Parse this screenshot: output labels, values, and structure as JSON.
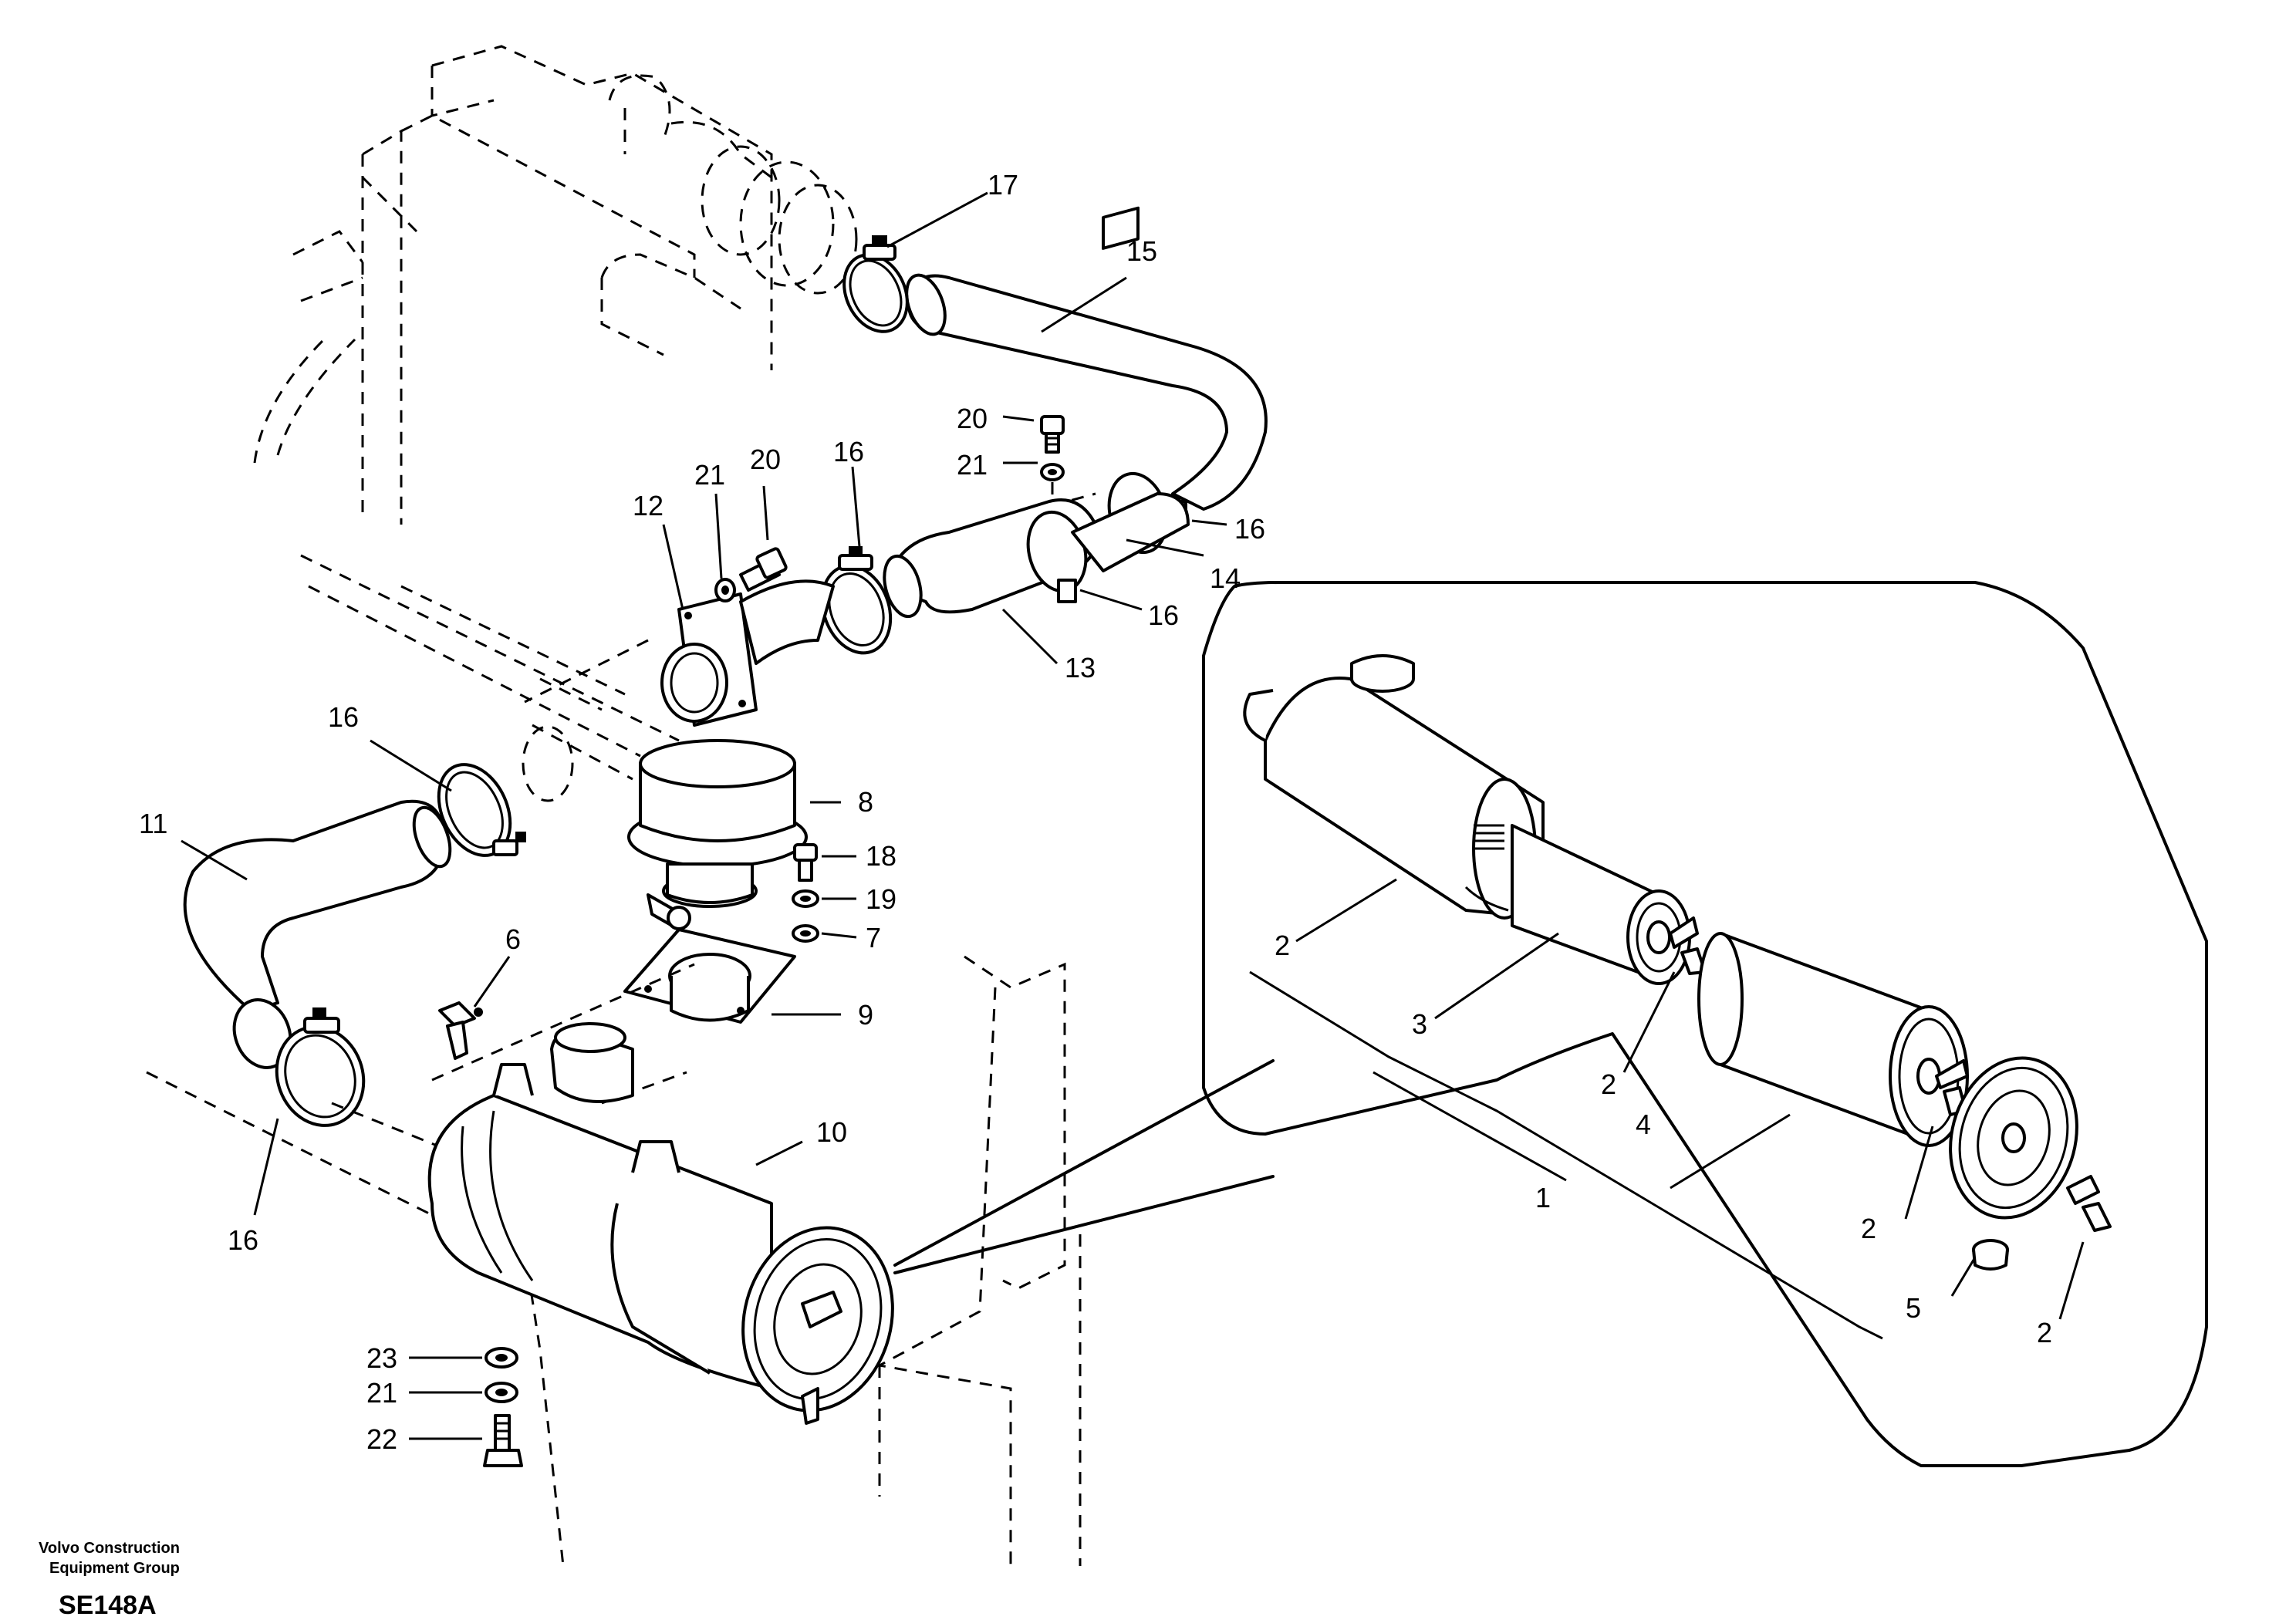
{
  "footer": {
    "company_line1": "Volvo Construction",
    "company_line2": "Equipment Group",
    "drawing_code": "SE148A"
  },
  "callouts": [
    {
      "id": "c17",
      "text": "17"
    },
    {
      "id": "c15",
      "text": "15"
    },
    {
      "id": "c20a",
      "text": "20"
    },
    {
      "id": "c21a",
      "text": "21"
    },
    {
      "id": "c16a",
      "text": "16"
    },
    {
      "id": "c14",
      "text": "14"
    },
    {
      "id": "c16b",
      "text": "16"
    },
    {
      "id": "c13",
      "text": "13"
    },
    {
      "id": "c16c",
      "text": "16"
    },
    {
      "id": "c21b",
      "text": "21"
    },
    {
      "id": "c20b",
      "text": "20"
    },
    {
      "id": "c12",
      "text": "12"
    },
    {
      "id": "c16d",
      "text": "16"
    },
    {
      "id": "c11",
      "text": "11"
    },
    {
      "id": "c8",
      "text": "8"
    },
    {
      "id": "c18",
      "text": "18"
    },
    {
      "id": "c19",
      "text": "19"
    },
    {
      "id": "c7",
      "text": "7"
    },
    {
      "id": "c6",
      "text": "6"
    },
    {
      "id": "c9",
      "text": "9"
    },
    {
      "id": "c10",
      "text": "10"
    },
    {
      "id": "c16e",
      "text": "16"
    },
    {
      "id": "c23",
      "text": "23"
    },
    {
      "id": "c21c",
      "text": "21"
    },
    {
      "id": "c22",
      "text": "22"
    },
    {
      "id": "c2a",
      "text": "2"
    },
    {
      "id": "c3",
      "text": "3"
    },
    {
      "id": "c2b",
      "text": "2"
    },
    {
      "id": "c4",
      "text": "4"
    },
    {
      "id": "c1",
      "text": "1"
    },
    {
      "id": "c2c",
      "text": "2"
    },
    {
      "id": "c5",
      "text": "5"
    },
    {
      "id": "c2d",
      "text": "2"
    }
  ]
}
